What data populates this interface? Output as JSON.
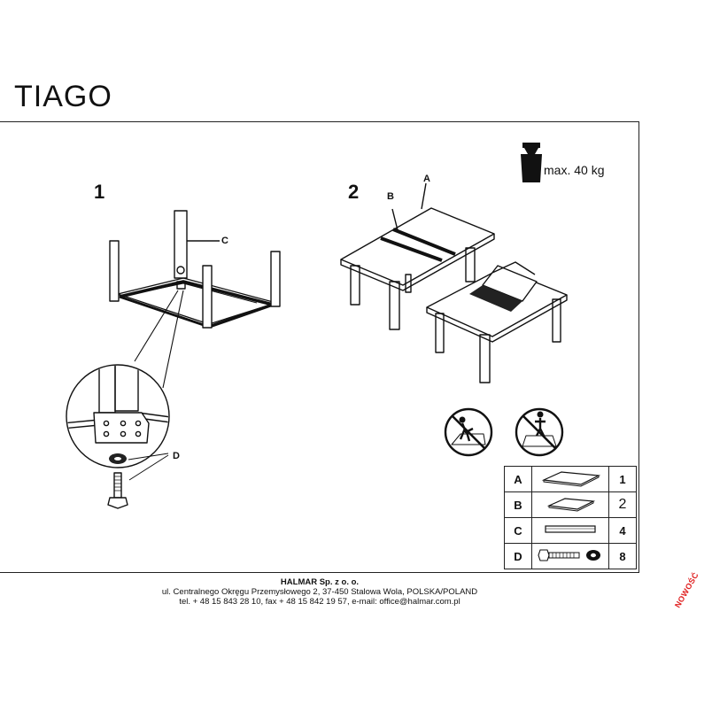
{
  "title": "TIAGO",
  "steps": {
    "step1": "1",
    "step2": "2"
  },
  "callouts": {
    "a": "A",
    "b": "B",
    "c": "C",
    "d": "D"
  },
  "max_load": "max. 40 kg",
  "icons": [
    "weight-icon",
    "no-climbing-icon",
    "no-standing-icon"
  ],
  "parts": [
    {
      "letter": "A",
      "qty": "1",
      "picture": "tabletop-icon"
    },
    {
      "letter": "B",
      "qty": "2",
      "picture": "extension-leaf-icon"
    },
    {
      "letter": "C",
      "qty": "4",
      "picture": "leg-icon"
    },
    {
      "letter": "D",
      "qty": "8",
      "picture": "bolt-washer-icon"
    }
  ],
  "footer": {
    "company": "HALMAR Sp. z o. o.",
    "address": "ul. Centralnego Okręgu Przemysłowego 2, 37-450 Stalowa Wola, POLSKA/POLAND",
    "contact": "tel. + 48 15 843 28 10, fax + 48 15 842 19 57, e-mail: office@halmar.com.pl"
  },
  "stamp": "NOWOŚĆ",
  "colors": {
    "stamp": "#e02020",
    "ink": "#111111"
  }
}
